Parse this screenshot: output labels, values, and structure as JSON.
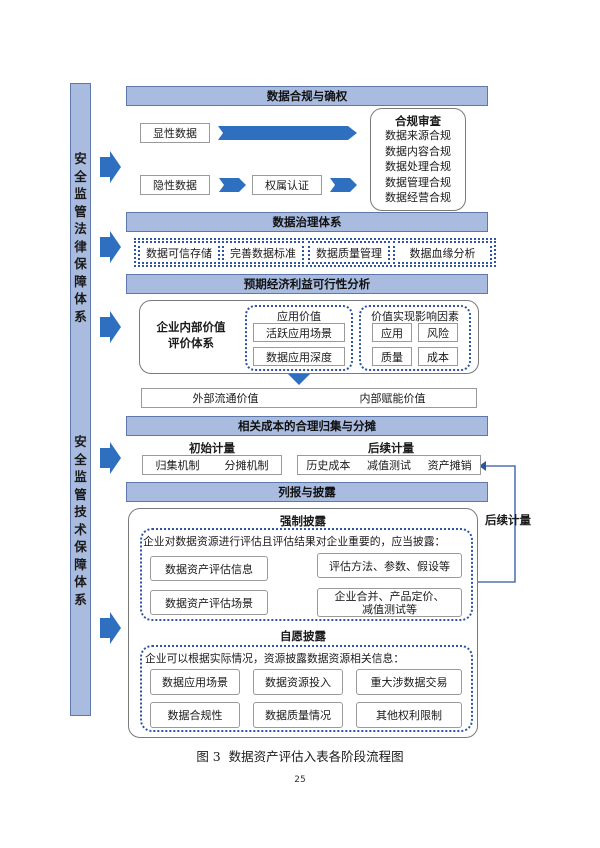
{
  "left_column": {
    "section_top": [
      "安",
      "全",
      "监",
      "管",
      "法",
      "律",
      "保",
      "障",
      "体",
      "系"
    ],
    "section_bottom": [
      "安",
      "全",
      "监",
      "管",
      "技",
      "术",
      "保",
      "障",
      "体",
      "系"
    ]
  },
  "compliance": {
    "title": "数据合规与确权",
    "explicit_data": "显性数据",
    "implicit_data": "隐性数据",
    "ownership": "权属认证",
    "review_title": "合规审查",
    "review_items": [
      "数据来源合规",
      "数据内容合规",
      "数据处理合规",
      "数据管理合规",
      "数据经营合规"
    ]
  },
  "governance": {
    "title": "数据治理体系",
    "items": [
      "数据可信存储",
      "完善数据标准",
      "数据质量管理",
      "数据血缘分析"
    ]
  },
  "economic": {
    "title": "预期经济利益可行性分析",
    "internal_label": [
      "企业内部价值",
      "评价体系"
    ],
    "app_value_title": "应用价值",
    "app_value_items": [
      "活跃应用场景",
      "数据应用深度"
    ],
    "factors_title": "价值实现影响因素",
    "factors": [
      "应用",
      "风险",
      "质量",
      "成本"
    ],
    "external_value": "外部流通价值",
    "internal_value": "内部赋能价值"
  },
  "cost": {
    "title": "相关成本的合理归集与分摊",
    "initial_title": "初始计量",
    "initial_items": [
      "归集机制",
      "分摊机制"
    ],
    "subsequent_title": "后续计量",
    "subsequent_items": [
      "历史成本",
      "减值测试",
      "资产摊销"
    ],
    "loop_label": "后续计量"
  },
  "disclosure": {
    "title": "列报与披露",
    "mandatory_title": "强制披露",
    "mandatory_text": "企业对数据资源进行评估且评估结果对企业重要的，应当披露：",
    "mandatory_left": [
      "数据资产评估信息",
      "数据资产评估场景"
    ],
    "mandatory_right": [
      "评估方法、参数、假设等",
      "企业合并、产品定价、",
      "减值测试等"
    ],
    "voluntary_title": "自愿披露",
    "voluntary_text": "企业可以根据实际情况，资源披露数据资源相关信息：",
    "voluntary_items": [
      "数据应用场景",
      "数据资源投入",
      "重大涉数据交易",
      "数据合规性",
      "数据质量情况",
      "其他权利限制"
    ]
  },
  "caption": "图 3  数据资产评估入表各阶段流程图",
  "page_number": "25",
  "colors": {
    "bar_fill": "#a9bce0",
    "arrow": "#2e6fc0",
    "dotted": "#2e56a0",
    "left_col": "#a9bce0"
  }
}
